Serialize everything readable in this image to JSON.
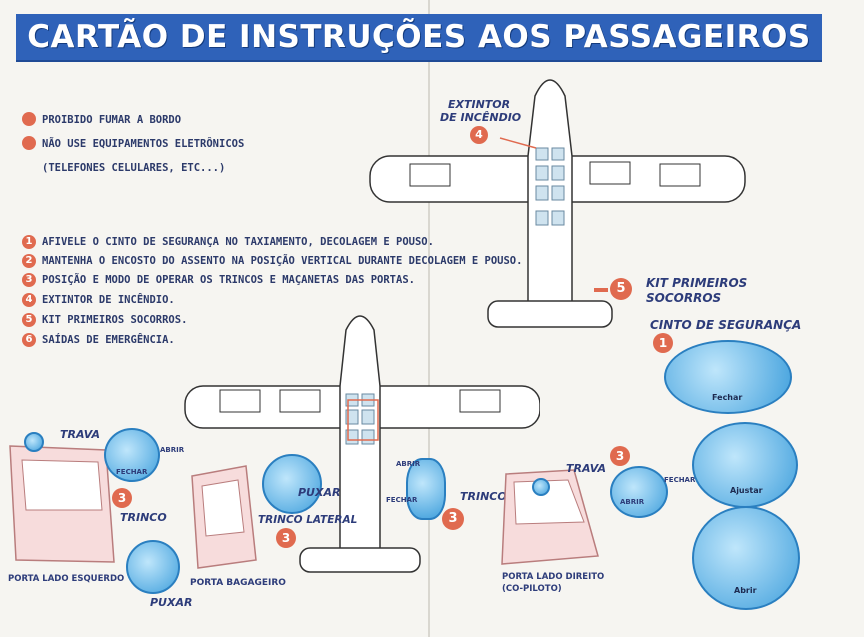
{
  "title": "CARTÃO DE INSTRUÇÕES AOS PASSAGEIROS",
  "warnings": [
    {
      "text": "PROIBIDO FUMAR A BORDO"
    },
    {
      "text": "NÃO USE EQUIPAMENTOS ELETRÔNICOS"
    },
    {
      "text": "(TELEFONES CELULARES, ETC...)"
    }
  ],
  "instructions": [
    {
      "num": "1",
      "text": "AFIVELE O CINTO DE SEGURANÇA NO TAXIAMENTO, DECOLAGEM E POUSO."
    },
    {
      "num": "2",
      "text": "MANTENHA O ENCOSTO DO ASSENTO NA POSIÇÃO VERTICAL DURANTE DECOLAGEM E POUSO."
    },
    {
      "num": "3",
      "text": "POSIÇÃO E MODO DE OPERAR OS TRINCOS E MAÇANETAS DAS PORTAS."
    },
    {
      "num": "4",
      "text": "EXTINTOR DE INCÊNDIO."
    },
    {
      "num": "5",
      "text": "KIT PRIMEIROS SOCORROS."
    },
    {
      "num": "6",
      "text": "SAÍDAS DE EMERGÊNCIA."
    }
  ],
  "labels": {
    "extintor_1": "EXTINTOR",
    "extintor_2": "DE INCÊNDIO",
    "extintor_num": "4",
    "kit_1": "KIT PRIMEIROS",
    "kit_2": "SOCORROS",
    "kit_num": "5",
    "cinto": "CINTO DE SEGURANÇA",
    "cinto_num": "1",
    "fechar": "Fechar",
    "ajustar": "Ajustar",
    "abrir": "Abrir",
    "trava_left": "TRAVA",
    "abrir_left": "ABRIR",
    "fechar_left": "FECHAR",
    "trinco_left": "TRINCO",
    "porta_esq": "PORTA LADO ESQUERDO",
    "puxar_left": "PUXAR",
    "puxar_mid": "PUXAR",
    "trinco_lateral": "TRINCO LATERAL",
    "porta_bag": "PORTA BAGAGEIRO",
    "abrir_mid": "ABRIR",
    "fechar_mid": "FECHAR",
    "trinco_mid": "TRINCO",
    "trava_right": "TRAVA",
    "fechar_right": "FECHAR",
    "abrir_right": "ABRIR",
    "porta_dir_1": "PORTA LADO DIREITO",
    "porta_dir_2": "(CO-PILOTO)",
    "three": "3"
  },
  "colors": {
    "header": "#2f62b9",
    "accent": "#e06a4f",
    "text": "#2c3a6a",
    "bubble": "#3f9fdc"
  }
}
